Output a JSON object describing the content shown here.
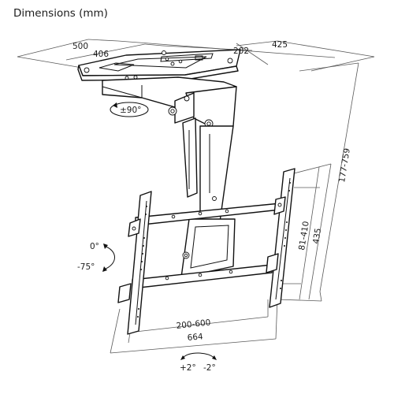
{
  "title": "Dimensions (mm)",
  "dimensions": {
    "ceiling_plate_length": "500",
    "ceiling_plate_inner": "406",
    "ceiling_plate_width": "202",
    "ceiling_plate_depth": "425",
    "height_range": "177-759",
    "vesa_vertical_range": "81-410",
    "bracket_height": "435",
    "vesa_horizontal_range": "200-600",
    "bracket_width": "664"
  },
  "rotations": {
    "swivel": "±90°",
    "tilt_top": "0°",
    "tilt_bottom": "-75°",
    "level_left": "+2°",
    "level_right": "-2°"
  },
  "colors": {
    "line": "#111111",
    "dimension": "#5a5a5a",
    "background": "#ffffff"
  }
}
